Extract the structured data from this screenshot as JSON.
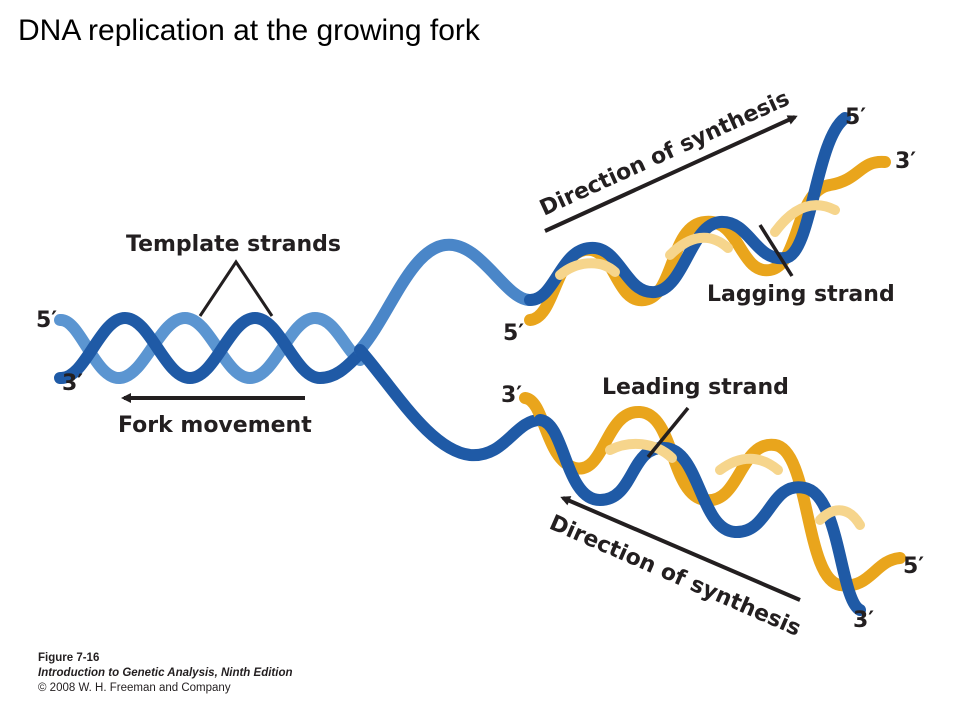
{
  "title": "DNA replication at the growing fork",
  "labels": {
    "template_strands": "Template strands",
    "fork_movement": "Fork movement",
    "direction_top": "Direction of synthesis",
    "direction_bottom": "Direction of synthesis",
    "lagging_strand": "Lagging strand",
    "leading_strand": "Leading strand"
  },
  "ends": {
    "parent_5": "5′",
    "parent_3": "3′",
    "upper_right_5": "5′",
    "upper_right_3": "3′",
    "upper_left_5": "5′",
    "lower_left_3": "3′",
    "lower_right_5": "5′",
    "lower_right_3": "3′"
  },
  "caption": {
    "figure": "Figure 7-16",
    "book": "Introduction to Genetic Analysis, Ninth Edition",
    "copyright": "© 2008 W. H. Freeman and Company"
  },
  "colors": {
    "template_dark": "#1f5aa6",
    "template_light": "#5b95d1",
    "new_strand_dark": "#e9a51c",
    "new_strand_light": "#f6d58c",
    "text": "#231f20"
  }
}
